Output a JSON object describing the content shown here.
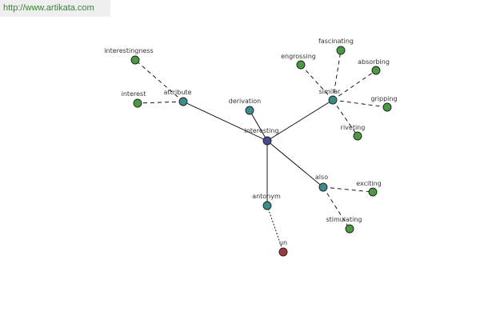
{
  "source": {
    "url_text": "http://www.artikata.com"
  },
  "colors": {
    "root": "#444c8c",
    "relation": "#3d8c8c",
    "word": "#4a9a44",
    "antonym_word": "#a03a3a",
    "edge": "#000000"
  },
  "graph": {
    "nodes": [
      {
        "id": "interesting",
        "label": "interesting",
        "kind": "root"
      },
      {
        "id": "attribute",
        "label": "attribute",
        "kind": "relation"
      },
      {
        "id": "derivation",
        "label": "derivation",
        "kind": "relation"
      },
      {
        "id": "similar",
        "label": "similar",
        "kind": "relation"
      },
      {
        "id": "also",
        "label": "also",
        "kind": "relation"
      },
      {
        "id": "antonym",
        "label": "antonym",
        "kind": "relation"
      },
      {
        "id": "interestingness",
        "label": "interestingness",
        "kind": "word"
      },
      {
        "id": "interest",
        "label": "interest",
        "kind": "word"
      },
      {
        "id": "fascinating",
        "label": "fascinating",
        "kind": "word"
      },
      {
        "id": "engrossing",
        "label": "engrossing",
        "kind": "word"
      },
      {
        "id": "absorbing",
        "label": "absorbing",
        "kind": "word"
      },
      {
        "id": "gripping",
        "label": "gripping",
        "kind": "word"
      },
      {
        "id": "riveting",
        "label": "riveting",
        "kind": "word"
      },
      {
        "id": "exciting",
        "label": "exciting",
        "kind": "word"
      },
      {
        "id": "stimulating",
        "label": "stimulating",
        "kind": "word"
      },
      {
        "id": "un",
        "label": "un",
        "kind": "antonym_word"
      }
    ],
    "edges": [
      {
        "from": "interesting",
        "to": "attribute",
        "style": "solid"
      },
      {
        "from": "interesting",
        "to": "derivation",
        "style": "solid"
      },
      {
        "from": "interesting",
        "to": "similar",
        "style": "solid"
      },
      {
        "from": "interesting",
        "to": "also",
        "style": "solid"
      },
      {
        "from": "interesting",
        "to": "antonym",
        "style": "solid"
      },
      {
        "from": "attribute",
        "to": "interestingness",
        "style": "dashed"
      },
      {
        "from": "attribute",
        "to": "interest",
        "style": "dashed"
      },
      {
        "from": "similar",
        "to": "fascinating",
        "style": "dashed"
      },
      {
        "from": "similar",
        "to": "engrossing",
        "style": "dashed"
      },
      {
        "from": "similar",
        "to": "absorbing",
        "style": "dashed"
      },
      {
        "from": "similar",
        "to": "gripping",
        "style": "dashed"
      },
      {
        "from": "similar",
        "to": "riveting",
        "style": "dashed"
      },
      {
        "from": "also",
        "to": "exciting",
        "style": "dashed"
      },
      {
        "from": "also",
        "to": "stimulating",
        "style": "dashed"
      },
      {
        "from": "antonym",
        "to": "un",
        "style": "dotted"
      }
    ]
  }
}
